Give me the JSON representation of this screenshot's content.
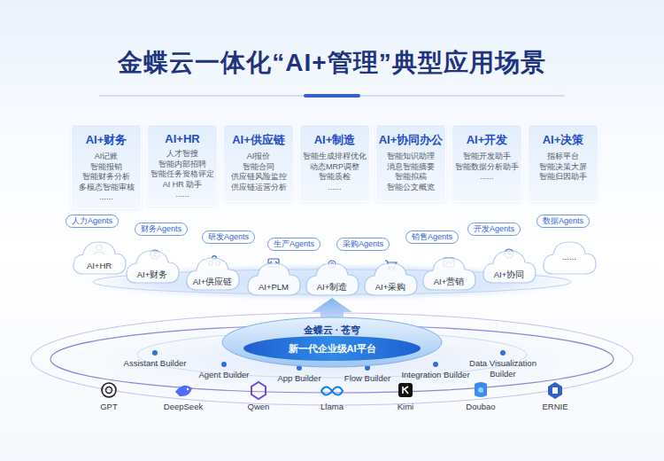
{
  "diagram": {
    "title": "金蝶云一体化“AI+管理”典型应用场景",
    "nodes": [
      {
        "text": [
          "AI+财务",
          "AI记账",
          "智能报销",
          "智能财务分析",
          "多模态智能审核",
          "......"
        ]
      },
      {
        "text": [
          "AI+HR",
          "人才智搜",
          "智能内部招聘",
          "智能任务资格评定",
          "AI HR 助手",
          "......"
        ]
      },
      {
        "text": [
          "AI+供应链",
          "AI报价",
          "智能合同",
          "供应链风险监控",
          "供应链运营分析"
        ]
      },
      {
        "text": [
          "AI+制造",
          "智能生成排程优化",
          "动态MRP调整",
          "智能质检",
          "......"
        ]
      },
      {
        "text": [
          "AI+协同办公",
          "智能知识助理",
          "消息智能摘要",
          "智能拟稿",
          "智能公文概览"
        ]
      },
      {
        "text": [
          "AI+开发",
          "智能开发助手",
          "智能数据分析助手",
          "......"
        ]
      },
      {
        "text": [
          "AI+决策",
          "指标平台",
          "智能决策大屏",
          "智能归因助手"
        ]
      },
      {
        "text": [
          "人力Agents"
        ]
      },
      {
        "text": [
          "财务Agents"
        ]
      },
      {
        "text": [
          "研发Agents"
        ]
      },
      {
        "text": [
          "生产Agents"
        ]
      },
      {
        "text": [
          "采购Agents"
        ]
      },
      {
        "text": [
          "销售Agents"
        ]
      },
      {
        "text": [
          "开发Agents"
        ]
      },
      {
        "text": [
          "数据Agents"
        ]
      },
      {
        "text": [
          "AI+HR"
        ]
      },
      {
        "text": [
          "AI+财务"
        ]
      },
      {
        "text": [
          "AI+供应链"
        ]
      },
      {
        "text": [
          "AI+PLM"
        ]
      },
      {
        "text": [
          "AI+制造"
        ]
      },
      {
        "text": [
          "AI+采购"
        ]
      },
      {
        "text": [
          "AI+营销"
        ]
      },
      {
        "text": [
          "AI+协同"
        ]
      },
      {
        "text": [
          "......"
        ]
      },
      {
        "text": [
          "金蝶云 · 苍穹",
          "新一代企业级AI平台"
        ]
      }
    ],
    "labels": [
      "Assistant Builder",
      "Agent Builder",
      "App Builder",
      "Flow Builder",
      "Integration Builder",
      "Data Visualization Builder",
      "GPT",
      "DeepSeek",
      "Qwen",
      "Llama",
      "Kimi",
      "Doubao",
      "ERNIE"
    ]
  }
}
